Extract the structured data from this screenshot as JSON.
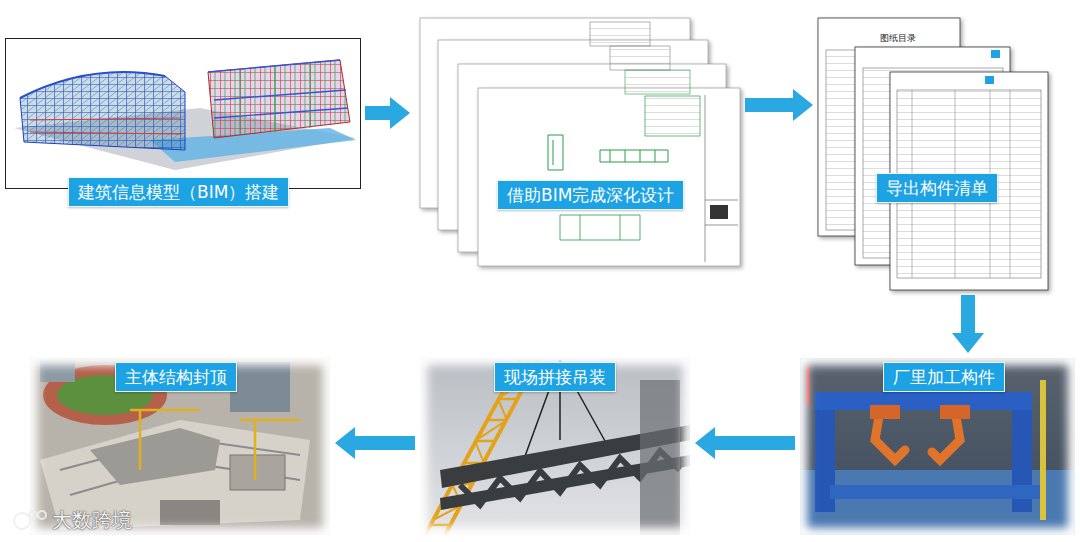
{
  "diagram": {
    "nodes": [
      {
        "text": [
          "建筑信息模型（BIM）搭建"
        ]
      },
      {
        "text": [
          "借助BIM完成深化设计"
        ]
      },
      {
        "text": [
          "导出构件清单"
        ]
      },
      {
        "text": [
          "厂里加工构件"
        ]
      },
      {
        "text": [
          "现场拼接吊装"
        ]
      },
      {
        "text": [
          "主体结构封顶"
        ]
      }
    ],
    "edges": [
      {
        "from": 0,
        "to": 1,
        "arrow": "to"
      },
      {
        "from": 1,
        "to": 2,
        "arrow": "to"
      },
      {
        "from": 2,
        "to": 3,
        "arrow": "to"
      },
      {
        "from": 3,
        "to": 4,
        "arrow": "to"
      },
      {
        "from": 4,
        "to": 5,
        "arrow": "to"
      }
    ],
    "labels": [
      "图纸目录",
      "大数跨境"
    ]
  }
}
